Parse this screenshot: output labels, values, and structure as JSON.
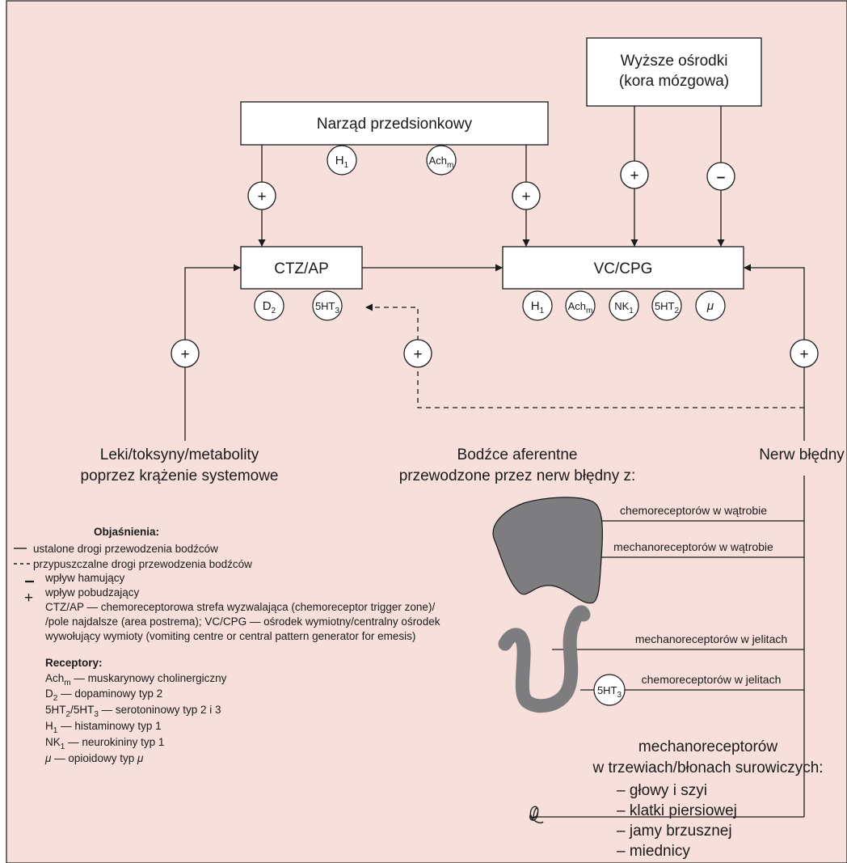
{
  "colors": {
    "background": "#f7dfdb",
    "stroke": "#1a1a1a",
    "organ": "#7d7d7f"
  },
  "boxes": {
    "higher_line1": "Wyższe ośrodki",
    "higher_line2": "(kora mózgowa)",
    "vestibular": "Narząd przedsionkowy",
    "ctz": "CTZ/AP",
    "vc": "VC/CPG"
  },
  "signs": {
    "plus": "+",
    "minus": "–"
  },
  "receptors": {
    "h": "H",
    "h_sub": "1",
    "ach": "Ach",
    "ach_sub": "m",
    "d": "D",
    "d_sub": "2",
    "ht": "5HT",
    "ht3_sub": "3",
    "ht2_sub": "2",
    "nk": "NK",
    "nk_sub": "1",
    "mu": "μ"
  },
  "labels": {
    "drugs_line1": "Leki/toksyny/metabolity",
    "drugs_line2": "poprzez krążenie systemowe",
    "afferent_line1": "Bodźce aferentne",
    "afferent_line2": "przewodzone przez nerw błędny z:",
    "vagus": "Nerw błędny",
    "chemo_liver": "chemoreceptorów w wątrobie",
    "mechano_liver": "mechanoreceptorów w wątrobie",
    "mechano_gut": "mechanoreceptorów w jelitach",
    "chemo_gut": "chemoreceptorów w jelitach",
    "visceral_line1": "mechanoreceptorów",
    "visceral_line2": "w trzewiach/błonach surowiczych:",
    "visceral_items": [
      "– głowy i szyi",
      "– klatki piersiowej",
      "– jamy brzusznej",
      "– miednicy"
    ]
  },
  "legend": {
    "title": "Objaśnienia:",
    "solid": "ustalone drogi przewodzenia bodźców",
    "dashed": "przypuszczalne drogi przewodzenia bodźców",
    "inhibit": "wpływ hamujący",
    "excite": "wpływ pobudzający",
    "def_line1": "CTZ/AP — chemoreceptorowa strefa wyzwalająca (chemoreceptor trigger zone)/",
    "def_line2": "/pole najdalsze (area postrema); VC/CPG — ośrodek wymiotny/centralny ośrodek",
    "def_line3": "wywołujący wymioty (vomiting centre or central pattern generator for emesis)",
    "receptors_title": "Receptory:",
    "r_ach_a": "Ach",
    "r_ach_sub": "m",
    "r_ach_b": " — muskarynowy cholinergiczny",
    "r_d_a": "D",
    "r_d_sub": "2",
    "r_d_b": " — dopaminowy typ 2",
    "r_ht_a": "5HT",
    "r_ht_sub1": "2",
    "r_ht_mid": "/5HT",
    "r_ht_sub2": "3",
    "r_ht_b": " — serotoninowy typ 2 i 3",
    "r_h_a": "H",
    "r_h_sub": "1",
    "r_h_b": " — histaminowy typ 1",
    "r_nk_a": "NK",
    "r_nk_sub": "1",
    "r_nk_b": " — neurokininy typ 1",
    "r_mu_a": "μ",
    "r_mu_b": " — opioidowy typ ",
    "r_mu_c": "μ"
  }
}
